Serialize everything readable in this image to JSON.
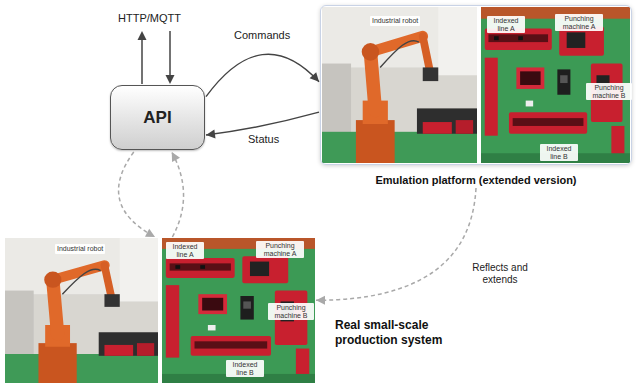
{
  "diagram": {
    "nodes": [
      {
        "text": [
          "API"
        ]
      },
      {
        "text": [
          "Emulation platform (extended version)"
        ]
      },
      {
        "text": [
          "Real small-scale production system"
        ]
      }
    ],
    "edges": [
      {
        "from": 0,
        "to": 1,
        "label": "Commands",
        "arrow": "to"
      },
      {
        "from": 1,
        "to": 0,
        "label": "Status",
        "arrow": "to"
      },
      {
        "from": 0,
        "to": 2,
        "arrow": "to"
      },
      {
        "from": 2,
        "to": 0,
        "arrow": "to"
      },
      {
        "from": 1,
        "to": 2,
        "label": "Reflects and extends",
        "arrow": "to"
      }
    ],
    "labels": [
      "HTTP/MQTT",
      "Industrial robot",
      "Indexed line A",
      "Punching machine A",
      "Punching machine B",
      "Indexed line B",
      "Industrial robot",
      "Indexed line A",
      "Punching machine A",
      "Punching machine B",
      "Indexed line B"
    ]
  }
}
